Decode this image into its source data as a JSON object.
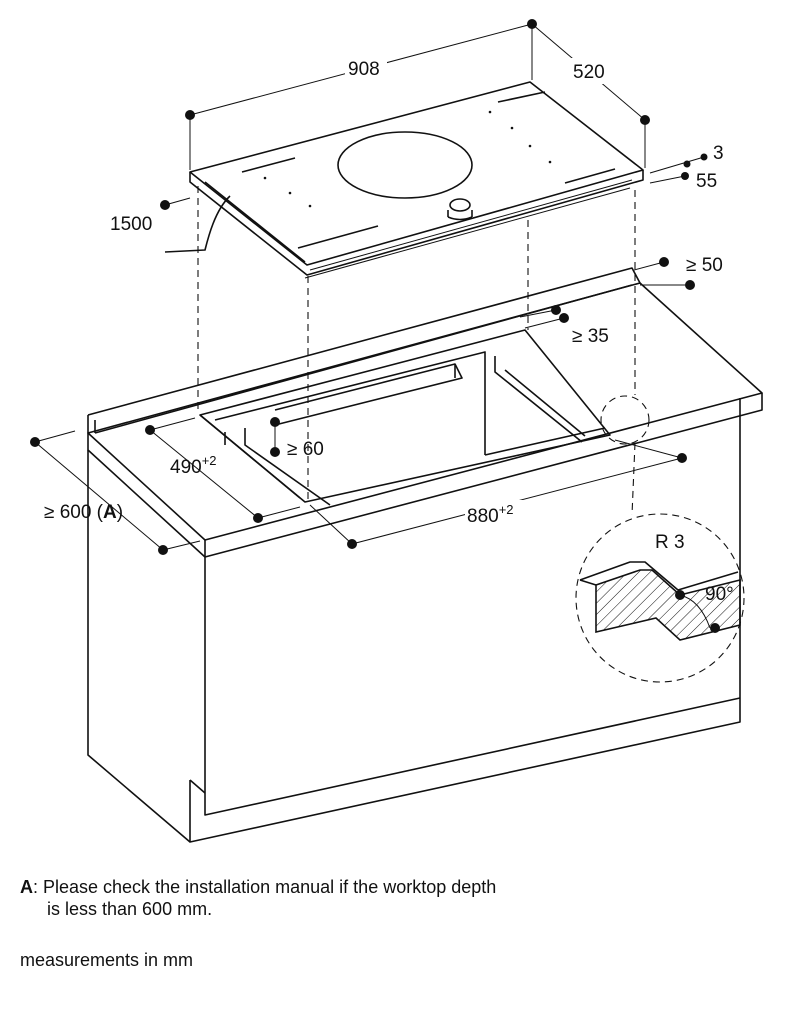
{
  "dimensions": {
    "hob_width": "908",
    "hob_depth": "520",
    "cable_length": "1500",
    "glass_thickness": "3",
    "installation_height": "55",
    "rear_clearance": "≥ 50",
    "rear_edge_min": "≥ 35",
    "side_clearance": "≥ 60",
    "cutout_depth": "490",
    "cutout_depth_tol": "+2",
    "cutout_width": "880",
    "cutout_width_tol": "+2",
    "worktop_depth": "≥ 600 (",
    "worktop_depth_key": "A",
    "worktop_depth_close": ")",
    "radius": "R 3",
    "angle": "90°"
  },
  "notes": {
    "key": "A",
    "line1": ": Please check the installation manual if the worktop depth",
    "line2": "is less than 600 mm."
  },
  "units": "measurements in mm"
}
